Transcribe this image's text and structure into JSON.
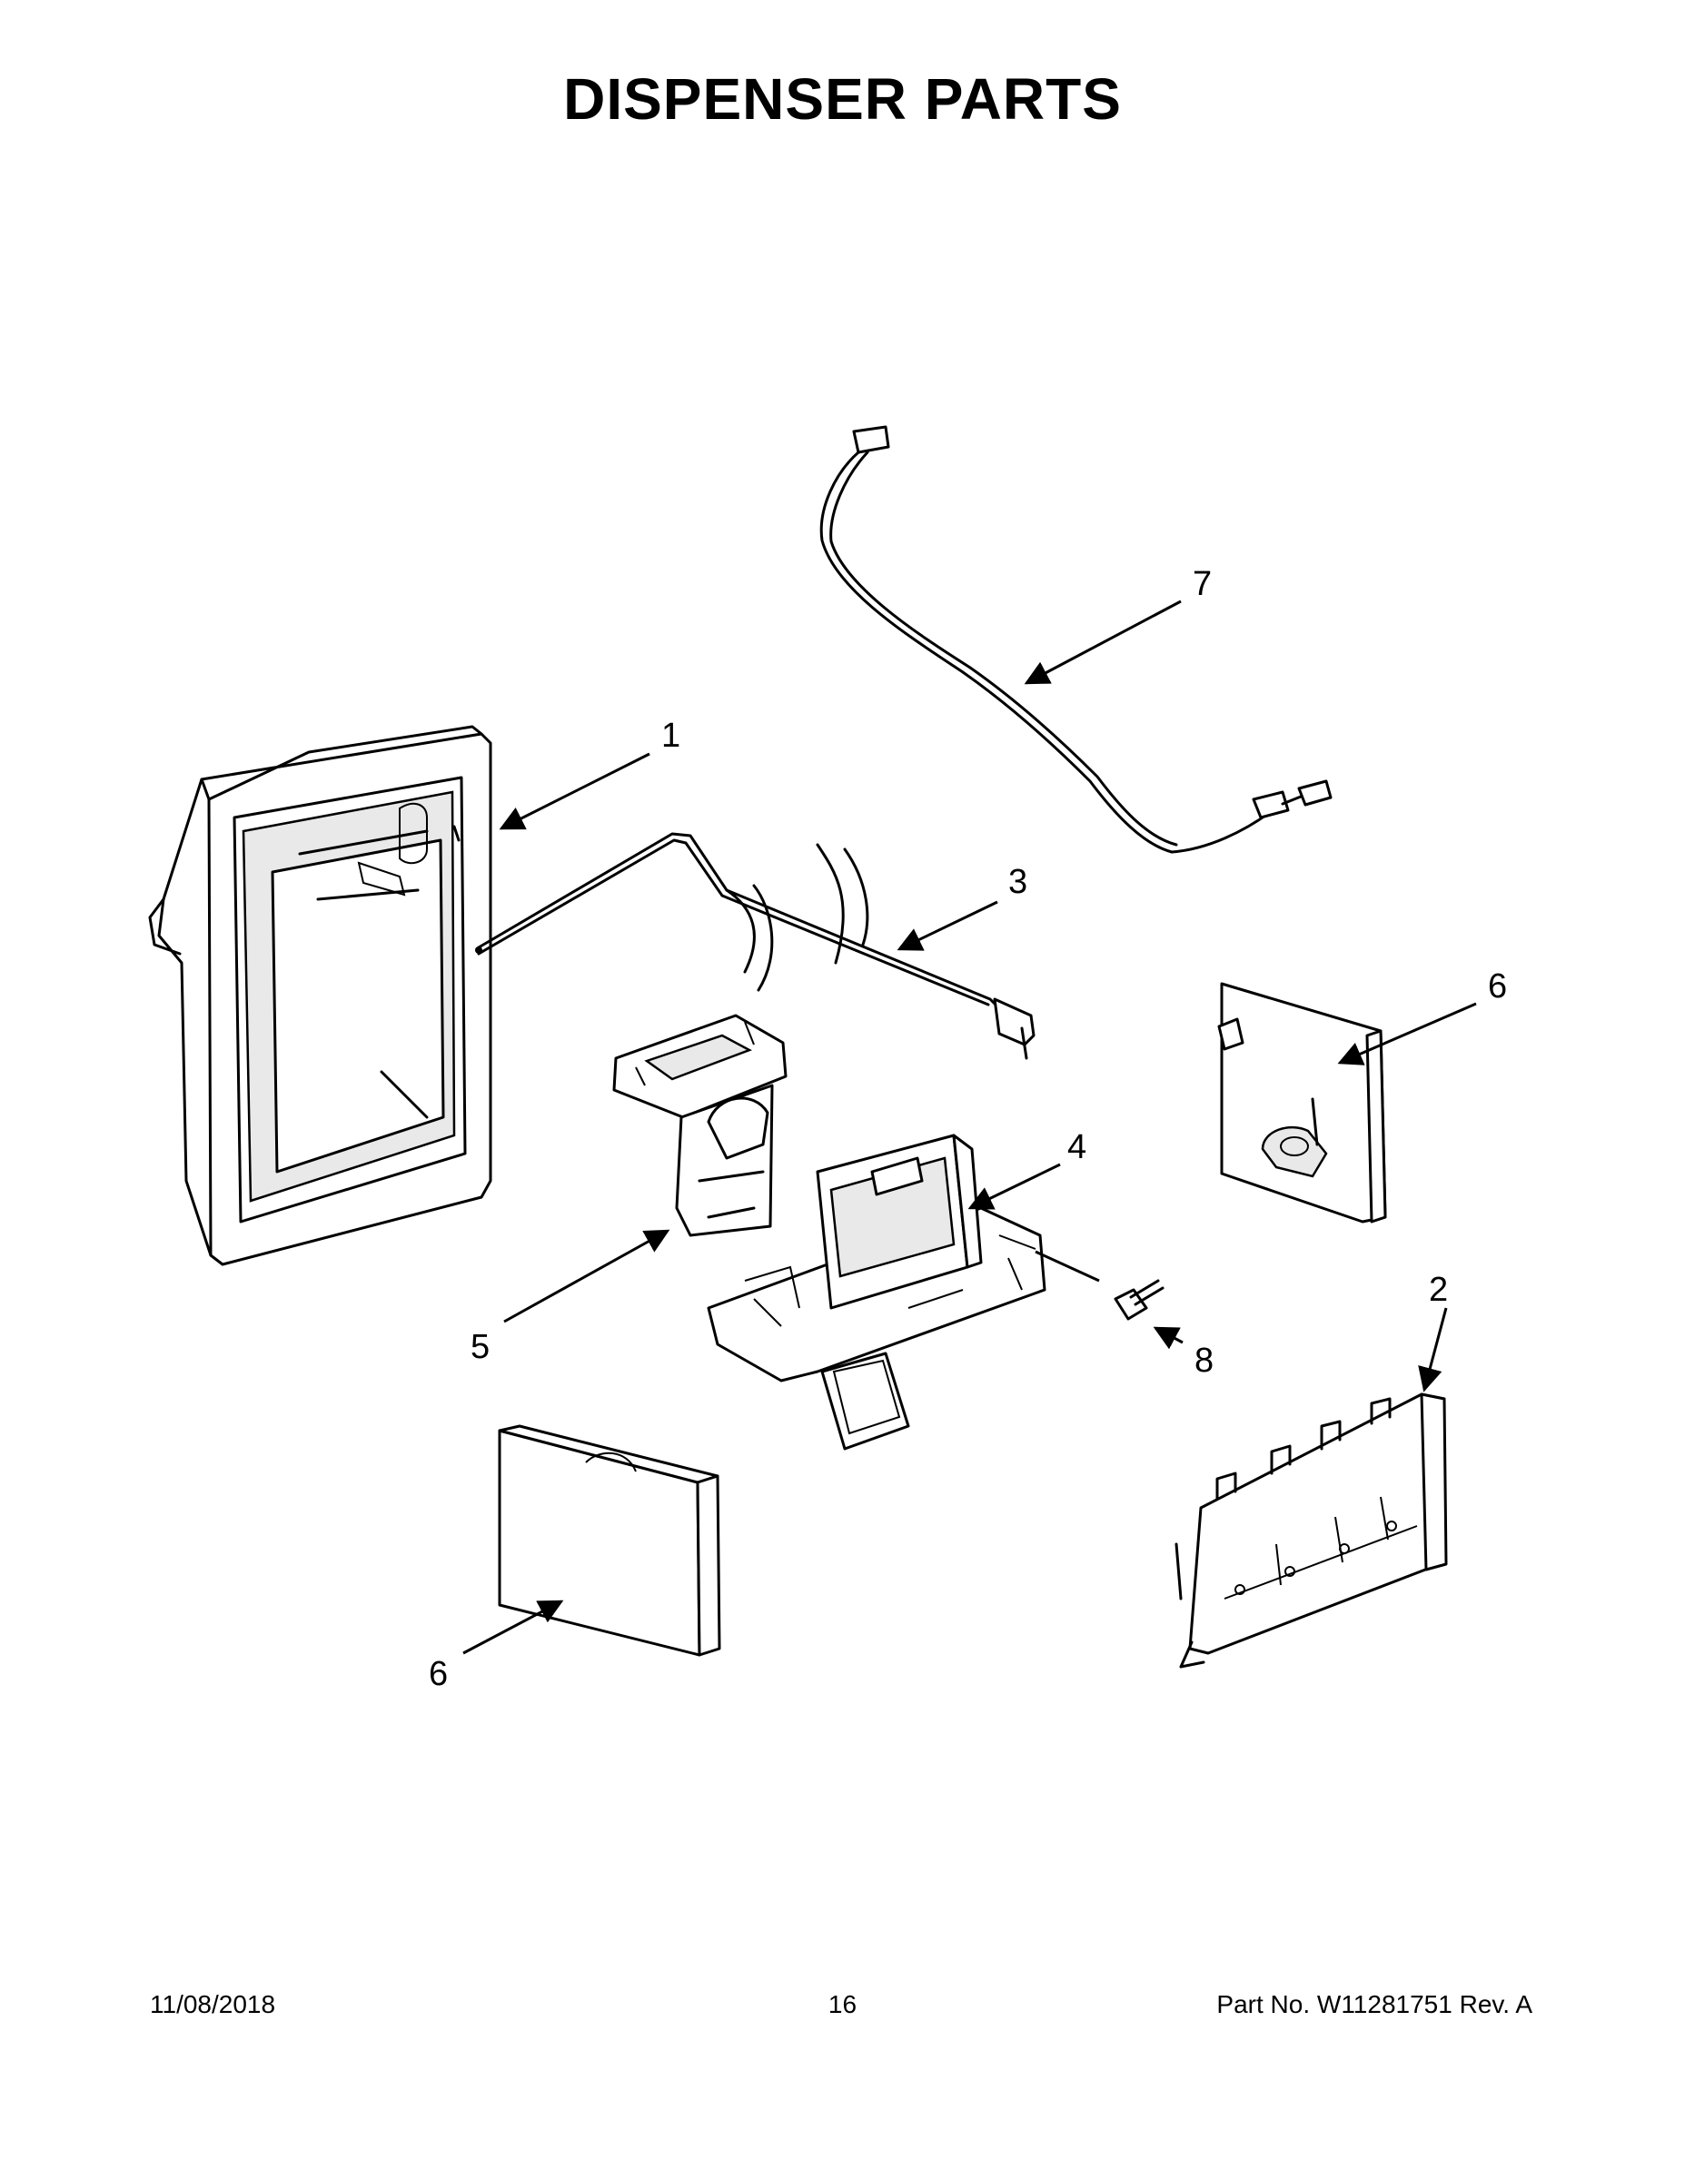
{
  "title": "DISPENSER PARTS",
  "callouts": [
    "1",
    "2",
    "3",
    "4",
    "5",
    "6",
    "6",
    "7",
    "8"
  ],
  "footer": {
    "date": "11/08/2018",
    "page": "16",
    "part": "Part No.  W11281751  Rev.  A"
  }
}
